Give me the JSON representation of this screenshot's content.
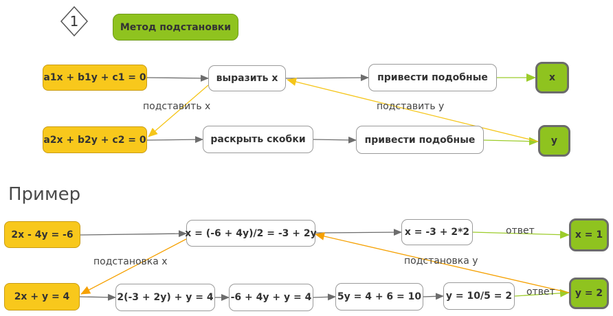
{
  "header": {
    "step_number": "1",
    "method": "Метод подстановки"
  },
  "general": {
    "eq1": "a1x + b1y + c1 = 0",
    "eq2": "a2x + b2y + c2 = 0",
    "express_x": "выразить x",
    "reduce_top": "привести подобные",
    "open_brackets": "раскрыть скобки",
    "reduce_bottom": "привести подобные",
    "result_x": "x",
    "result_y": "y",
    "label_sub_x": "подставить x",
    "label_sub_y": "подставить y"
  },
  "example": {
    "heading": "Пример",
    "eq1": "2x - 4y = -6",
    "eq2": "2x + y = 4",
    "x_expr": "x = (-6 + 4y)/2 = -3 + 2y",
    "x_calc": "x = -3 + 2*2",
    "s1": "2(-3 + 2y) + y = 4",
    "s2": "-6 + 4y + y = 4",
    "s3": "5y = 4 + 6 = 10",
    "s4": "y = 10/5 = 2",
    "result_x": "x = 1",
    "result_y": "y = 2",
    "label_sub_x": "подстановка x",
    "label_sub_y": "подстановка y",
    "label_answer_1": "ответ",
    "label_answer_2": "ответ"
  },
  "colors": {
    "equation": "#f8c81c",
    "result": "#8fc31f",
    "arrow_gray": "#6d6d6d",
    "arrow_yellow": "#f5c518",
    "arrow_orange": "#f5a000",
    "arrow_green": "#9ccc2a"
  }
}
